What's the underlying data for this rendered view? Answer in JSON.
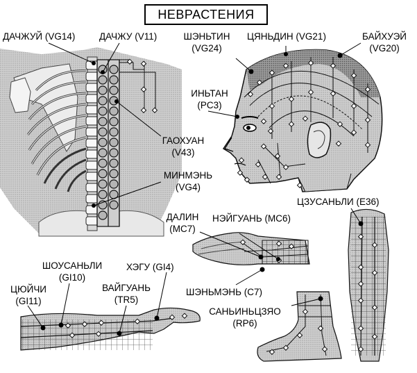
{
  "title": "НЕВРАСТЕНИЯ",
  "points": [
    {
      "id": "dazhuy",
      "name": "ДАЧЖУЙ",
      "code": "(VG14)"
    },
    {
      "id": "dazhu",
      "name": "ДАЧЖУ",
      "code": "(V11)"
    },
    {
      "id": "shentin",
      "name": "ШЭНЬТИН",
      "code": "(VG24)"
    },
    {
      "id": "qiandin",
      "name": "ЦЯНЬДИН",
      "code": "(VG21)"
    },
    {
      "id": "baihuey",
      "name": "БАЙХУЭЙ",
      "code": "(VG20)"
    },
    {
      "id": "intan",
      "name": "ИНЬТАН",
      "code": "(PC3)"
    },
    {
      "id": "gaohuan",
      "name": "ГАОХУАН",
      "code": "(V43)"
    },
    {
      "id": "minmen",
      "name": "МИНМЭНЬ",
      "code": "(VG4)"
    },
    {
      "id": "zusanli",
      "name": "ЦЗУСАНЬЛИ",
      "code": "(E36)"
    },
    {
      "id": "dalin",
      "name": "ДАЛИН",
      "code": "(MC7)"
    },
    {
      "id": "neiguan",
      "name": "НЭЙГУАНЬ",
      "code": "(MC6)"
    },
    {
      "id": "shousanli",
      "name": "ШОУСАНЬЛИ",
      "code": "(GI10)"
    },
    {
      "id": "hegu",
      "name": "ХЭГУ",
      "code": "(GI4)"
    },
    {
      "id": "quchi",
      "name": "ЦЮЙЧИ",
      "code": "(GI11)"
    },
    {
      "id": "waiguan",
      "name": "ВАЙГУАНЬ",
      "code": "(TR5)"
    },
    {
      "id": "shenmen",
      "name": "ШЭНЬМЭНЬ",
      "code": "(C7)"
    },
    {
      "id": "sanyinjiao",
      "name": "САНЬИНЬЦЗЯО",
      "code": "(RP6)"
    }
  ]
}
